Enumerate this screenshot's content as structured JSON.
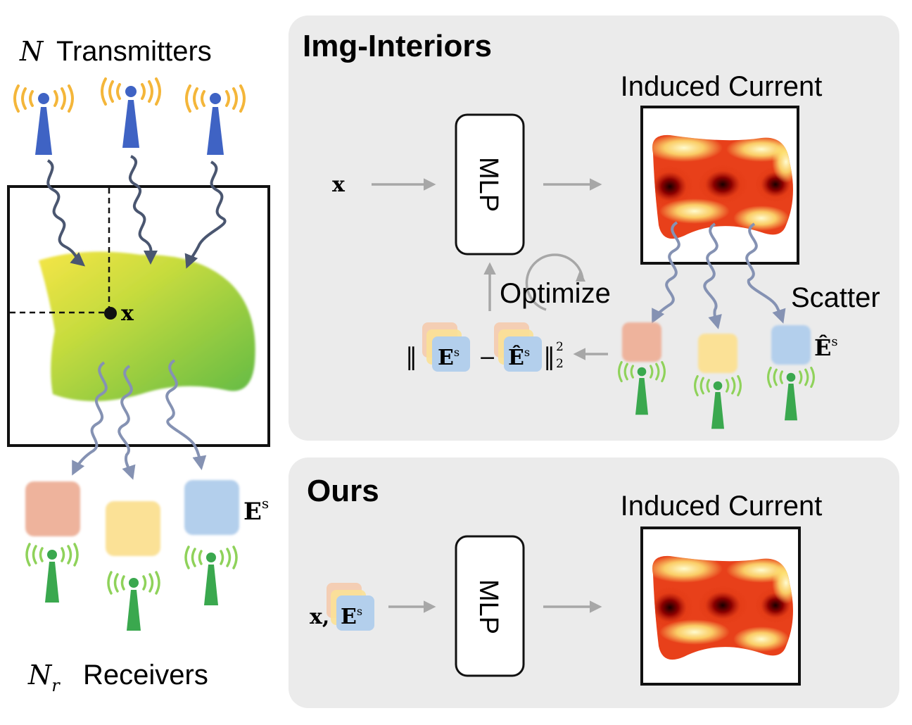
{
  "left": {
    "transmitters_var": "N",
    "transmitters_label": "Transmitters",
    "point_label": "x",
    "field_label": "E",
    "field_sup": "s",
    "receivers_var": "N",
    "receivers_sub": "r",
    "receivers_label": "Receivers"
  },
  "top_panel": {
    "title": "Img-Interiors",
    "input_label": "x",
    "mlp_label": "MLP",
    "current_label": "Induced Current",
    "scatter_label": "Scatter",
    "optimize_label": "Optimize",
    "est_label": "Ê",
    "est_sup": "s",
    "loss": {
      "open": "‖",
      "term1": "E",
      "term1_sup": "s",
      "minus": "−",
      "term2": "Ê",
      "term2_sup": "s",
      "close": "‖",
      "sup": "2",
      "sub": "2"
    }
  },
  "bottom_panel": {
    "title": "Ours",
    "input_label": "x,",
    "input_field": "E",
    "input_field_sup": "s",
    "mlp_label": "MLP",
    "current_label": "Induced Current"
  },
  "colors": {
    "panel_bg": "#ebebeb",
    "antenna_tx": "#3f63c4",
    "antenna_rx": "#3aa84e",
    "wave_tx": "#f4b63a",
    "wave_rx": "#8fd25a",
    "field_red": "#eeb39c",
    "field_yellow": "#fbe196",
    "field_blue": "#b3cfec",
    "arrow_gray": "#a7a7a7"
  }
}
